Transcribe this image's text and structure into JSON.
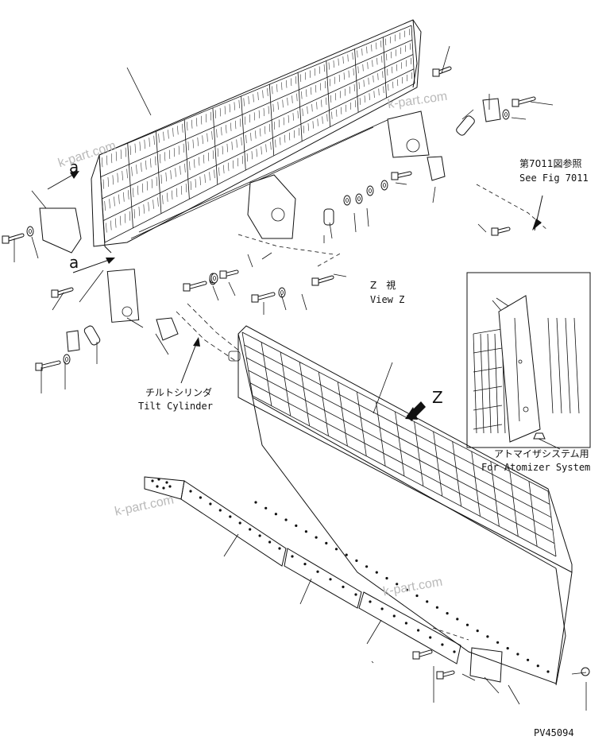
{
  "labels": {
    "view_z_jp": "Z　視",
    "view_z_en": "View Z",
    "ref_jp": "第7011図参照",
    "ref_en": "See Fig 7011",
    "tilt_jp": "チルトシリンダ",
    "tilt_en": "Tilt Cylinder",
    "atom_jp": "アトマイザシステム用",
    "atom_en": "For Atomizer System",
    "fig_code": "PV45094",
    "z_marker": "Z",
    "a_marker_1": "a",
    "a_marker_2": "a"
  },
  "watermarks": [
    "k-part.com",
    "k-part.com",
    "k-part.com",
    "k-part.com"
  ],
  "colors": {
    "line": "#111111",
    "watermark": "#b9b9b9",
    "background": "#ffffff"
  }
}
